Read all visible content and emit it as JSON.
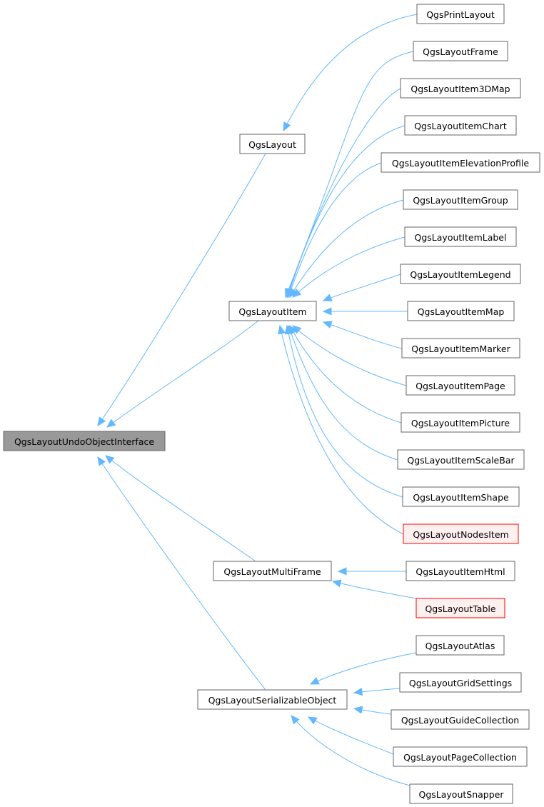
{
  "colors": {
    "edge": "#63b8ff",
    "node_border": "#666666",
    "node_fill": "#ffffff",
    "highlight_fill": "#999999",
    "highlight_border": "#666666",
    "red_border": "#ff0000",
    "red_fill": "#fff0f0"
  },
  "nodes": [
    {
      "id": "undo",
      "label": "QgsLayoutUndoObjectInterface",
      "style": "highlight"
    },
    {
      "id": "layout",
      "label": "QgsLayout",
      "style": "normal"
    },
    {
      "id": "item",
      "label": "QgsLayoutItem",
      "style": "normal"
    },
    {
      "id": "multiframe",
      "label": "QgsLayoutMultiFrame",
      "style": "normal"
    },
    {
      "id": "serial",
      "label": "QgsLayoutSerializableObject",
      "style": "normal"
    },
    {
      "id": "print",
      "label": "QgsPrintLayout",
      "style": "normal"
    },
    {
      "id": "frame",
      "label": "QgsLayoutFrame",
      "style": "normal"
    },
    {
      "id": "item3d",
      "label": "QgsLayoutItem3DMap",
      "style": "normal"
    },
    {
      "id": "chart",
      "label": "QgsLayoutItemChart",
      "style": "normal"
    },
    {
      "id": "elev",
      "label": "QgsLayoutItemElevationProfile",
      "style": "normal"
    },
    {
      "id": "group",
      "label": "QgsLayoutItemGroup",
      "style": "normal"
    },
    {
      "id": "label",
      "label": "QgsLayoutItemLabel",
      "style": "normal"
    },
    {
      "id": "legend",
      "label": "QgsLayoutItemLegend",
      "style": "normal"
    },
    {
      "id": "map",
      "label": "QgsLayoutItemMap",
      "style": "normal"
    },
    {
      "id": "marker",
      "label": "QgsLayoutItemMarker",
      "style": "normal"
    },
    {
      "id": "page",
      "label": "QgsLayoutItemPage",
      "style": "normal"
    },
    {
      "id": "picture",
      "label": "QgsLayoutItemPicture",
      "style": "normal"
    },
    {
      "id": "scalebar",
      "label": "QgsLayoutItemScaleBar",
      "style": "normal"
    },
    {
      "id": "shape",
      "label": "QgsLayoutItemShape",
      "style": "normal"
    },
    {
      "id": "nodes",
      "label": "QgsLayoutNodesItem",
      "style": "red"
    },
    {
      "id": "html",
      "label": "QgsLayoutItemHtml",
      "style": "normal"
    },
    {
      "id": "table",
      "label": "QgsLayoutTable",
      "style": "red"
    },
    {
      "id": "atlas",
      "label": "QgsLayoutAtlas",
      "style": "normal"
    },
    {
      "id": "grid",
      "label": "QgsLayoutGridSettings",
      "style": "normal"
    },
    {
      "id": "guide",
      "label": "QgsLayoutGuideCollection",
      "style": "normal"
    },
    {
      "id": "pagecoll",
      "label": "QgsLayoutPageCollection",
      "style": "normal"
    },
    {
      "id": "snapper",
      "label": "QgsLayoutSnapper",
      "style": "normal"
    }
  ],
  "edges": [
    {
      "from": "layout",
      "to": "undo"
    },
    {
      "from": "item",
      "to": "undo"
    },
    {
      "from": "multiframe",
      "to": "undo"
    },
    {
      "from": "serial",
      "to": "undo"
    },
    {
      "from": "print",
      "to": "layout"
    },
    {
      "from": "frame",
      "to": "item"
    },
    {
      "from": "item3d",
      "to": "item"
    },
    {
      "from": "chart",
      "to": "item"
    },
    {
      "from": "elev",
      "to": "item"
    },
    {
      "from": "group",
      "to": "item"
    },
    {
      "from": "label",
      "to": "item"
    },
    {
      "from": "legend",
      "to": "item"
    },
    {
      "from": "map",
      "to": "item"
    },
    {
      "from": "marker",
      "to": "item"
    },
    {
      "from": "page",
      "to": "item"
    },
    {
      "from": "picture",
      "to": "item"
    },
    {
      "from": "scalebar",
      "to": "item"
    },
    {
      "from": "shape",
      "to": "item"
    },
    {
      "from": "nodes",
      "to": "item"
    },
    {
      "from": "html",
      "to": "multiframe"
    },
    {
      "from": "table",
      "to": "multiframe"
    },
    {
      "from": "atlas",
      "to": "serial"
    },
    {
      "from": "grid",
      "to": "serial"
    },
    {
      "from": "guide",
      "to": "serial"
    },
    {
      "from": "pagecoll",
      "to": "serial"
    },
    {
      "from": "snapper",
      "to": "serial"
    }
  ]
}
